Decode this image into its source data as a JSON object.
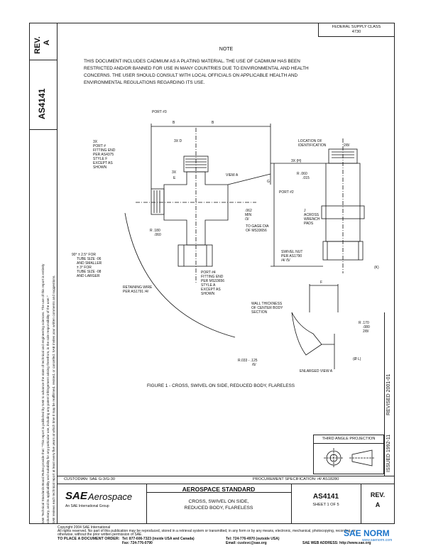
{
  "left_side": {
    "rev_label": "REV.",
    "rev_value": "A",
    "doc_number": "AS4141",
    "disclaimer_1": "SAE Technical Standards Board Rules provide that: \"This report is published by SAE to advance the state of technical and engineering sciences. The use of this report is entirely",
    "disclaimer_2": "voluntary, and its applicability and suitability for any particular use, including any patent infringement arising therefrom, is the sole responsibility of the user.\"",
    "disclaimer_3": "SAE reviews each technical report at least every five years at which time it may be reaffirmed, revised, or cancelled. SAE invites your written comments and suggestions."
  },
  "header": {
    "federal_supply_class": "FEDERAL SUPPLY CLASS",
    "fsc_code": "4730"
  },
  "note": {
    "title": "NOTE",
    "line1": "THIS DOCUMENT INCLUDES CADMIUM AS A PLATING MATERIAL. THE USE OF CADMIUM HAS BEEN",
    "line2": "RESTRICTED AND/OR BANNED FOR USE IN MANY COUNTRIES DUE TO ENVIRONMENTAL AND HEALTH",
    "line3": "CONCERNS. THE USER SHOULD CONSULT WITH LOCAL OFFICIALS ON APPLICABLE HEALTH AND",
    "line4": "ENVIRONMENTAL REGULATIONS REGARDING ITS USE."
  },
  "drawing": {
    "port3": "PORT #3",
    "dim_b1": "B",
    "dim_b2": "B",
    "dim_d": "3X D",
    "port_fitting_end_1": "3X",
    "port_fitting_end_2": "PORT #",
    "port_fitting_end_3": "FITTING END",
    "port_fitting_end_4": "PER AS4375",
    "port_fitting_end_5": "STYLE F",
    "port_fitting_end_6": "EXCEPT AS",
    "port_fitting_end_7": "SHOWN",
    "view_a": "VIEW A",
    "dim_3x_e": "3X",
    "dim_e": "E",
    "location_ident_1": "LOCATION OF",
    "location_ident_2": "IDENTIFICATION",
    "location_ident_3": "2/8/",
    "dim_3x_h": "3X (H)",
    "dim_radius_1": "R .060",
    "dim_radius_2": ".015",
    "dim_g": "G",
    "port2": "PORT #2",
    "dim_min_1": ".062",
    "dim_min_2": "MIN",
    "dim_min_3": "/3/",
    "gauge_1": "TO GAGE DIA",
    "gauge_2": "OF MS33656",
    "across_1": "J",
    "across_2": "ACROSS",
    "across_3": "WRENCH",
    "across_4": "PADS",
    "dim_r_180_1": "R .180",
    "dim_r_180_2": ".060",
    "swivel_nut_1": "SWIVEL NUT",
    "swivel_nut_2": "PER AS1790",
    "swivel_nut_3": "/4/ /5/",
    "angle_1": "90° ± 2.5° FOR",
    "angle_2": "TUBE SIZE -06",
    "angle_3": "AND SMALLER",
    "angle_4": "± 3° FOR",
    "angle_5": "TUBE SIZE -08",
    "angle_6": "AND LARGER",
    "port4_1": "PORT #4",
    "port4_2": "FITTING END",
    "port4_3": "PER MS33656",
    "port4_4": "STYLE A",
    "port4_5": "EXCEPT AS",
    "port4_6": "SHOWN",
    "retaining_1": "RETAINING WIRE",
    "retaining_2": "PER AS1791 /4/",
    "dim_k": "(K)",
    "dim_f": "F",
    "wall_1": "WALL THICKNESS",
    "wall_2": "OF CENTER BODY",
    "wall_3": "SECTION",
    "dim_r_170_1": "R .170",
    "dim_r_170_2": ".080",
    "dim_r_170_3": "2/8/",
    "dim_r_033_1": "R.033 - .125",
    "dim_r_033_2": "/6/",
    "dim_l": "(Ø L)",
    "enlarged_view": "ENLARGED VIEW A",
    "figure_caption": "FIGURE 1 - CROSS, SWIVEL ON SIDE, REDUCED BODY, FLARELESS"
  },
  "right_margin": {
    "revised": "REVISED 2001-01",
    "issued": "ISSUED 1992-11"
  },
  "projection": {
    "label": "THIRD ANGLE PROJECTION"
  },
  "title_block": {
    "custodian": "CUSTODIAN: SAE G-3/G-30",
    "procurement": "PROCUREMENT SPECIFICATION: /4/ AS18280",
    "sae_logo": "SAE",
    "aerospace": "Aerospace",
    "sae_sub": "An SAE International Group",
    "standard": "AEROSPACE STANDARD",
    "title_line1": "CROSS, SWIVEL ON SIDE,",
    "title_line2": "REDUCED BODY, FLARELESS",
    "doc_number": "AS4141",
    "sheet": "SHEET 1 OF 5",
    "rev_label": "REV.",
    "rev_value": "A"
  },
  "footer": {
    "copyright": "Copyright 2004 SAE International",
    "rights1": "All rights reserved. No part of this publication may be reproduced, stored in a retrieval system or transmitted, in any form or by any means, electronic, mechanical, photocopying, recording, or",
    "rights2": "otherwise, without the prior written permission of SAE.",
    "order_label": "TO PLACE A DOCUMENT ORDER:",
    "tel1": "Tel: 877-606-7323 (inside USA and Canada)",
    "tel2": "Tel: 724-776-4970 (outside USA)",
    "fax": "Fax: 724-776-0790",
    "email": "Email: custsvc@sae.org",
    "web": "SAE WEB ADDRESS: http://www.sae.org",
    "watermark_1": "SAE NORM",
    "watermark_2": "www.saenorm.com"
  }
}
